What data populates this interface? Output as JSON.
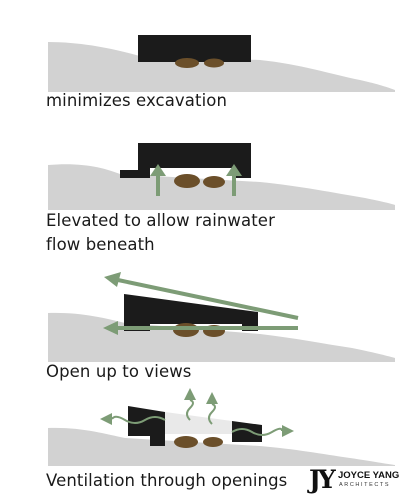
{
  "colors": {
    "terrain": "#d2d2d2",
    "building": "#1b1b1b",
    "rock": "#6b4f2a",
    "arrow": "#7d9c76"
  },
  "panels": [
    {
      "caption": "minimizes excavation"
    },
    {
      "caption_lines": [
        "Elevated to allow rainwater",
        "flow beneath"
      ]
    },
    {
      "caption": "Open up to views"
    },
    {
      "caption": "Ventilation through openings"
    }
  ],
  "logo": {
    "mark": "JY",
    "name": "JOYCE YANG",
    "sub": "ARCHITECTS"
  }
}
